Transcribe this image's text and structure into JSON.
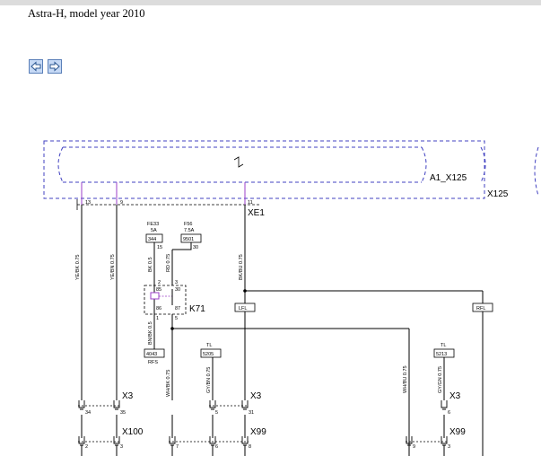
{
  "page": {
    "title": "Astra-H, model year 2010"
  },
  "nav": {
    "back_icon": "arrow-left-icon",
    "forward_icon": "arrow-right-icon",
    "button_fill": "#c6d9f5"
  },
  "colors": {
    "wire_violet": "#9b3fc8",
    "line": "#000000",
    "module_border": "#4040c0"
  },
  "diagram": {
    "module_top": "A1_X125",
    "module_outer": "X125",
    "xe1": {
      "label": "XE1",
      "pins": [
        "13",
        "9",
        "11"
      ]
    },
    "fuses": [
      {
        "name": "FE33",
        "rating": "5A",
        "code": "344",
        "pin": "15"
      },
      {
        "name": "F56",
        "rating": "7.5A",
        "code": "9501",
        "pin": "30"
      }
    ],
    "relay": {
      "label": "K71",
      "pins": [
        "2",
        "3",
        "85",
        "30",
        "86",
        "87",
        "1",
        "5"
      ]
    },
    "wires": [
      {
        "label": "YE/BK 0.75"
      },
      {
        "label": "YE/BN 0.75"
      },
      {
        "label": "BK 0.5"
      },
      {
        "label": "RD 0.75"
      },
      {
        "label": "BK/BU 0.75"
      },
      {
        "label": "BN/BK 0.5"
      },
      {
        "label": "WH/BK 0.75"
      },
      {
        "label": "GY/BN 0.75"
      },
      {
        "label": "WH/BU 0.75"
      },
      {
        "label": "GY/GN 0.75"
      }
    ],
    "boxes": {
      "lfl": "LFL",
      "rfl": "RFL",
      "g4043": "4043",
      "rfs": "RFS",
      "tl1": "TL",
      "c5205": "5205",
      "tl2": "TL",
      "c5213": "5213"
    },
    "connectors": {
      "x3a": {
        "label": "X3",
        "pins": [
          "34",
          "35"
        ]
      },
      "x3b": {
        "label": "X3",
        "pins": [
          "5",
          "31"
        ]
      },
      "x3c": {
        "label": "X3",
        "pins": [
          "6"
        ]
      },
      "x100": {
        "label": "X100",
        "pins": [
          "2",
          "3"
        ]
      },
      "x99a": {
        "label": "X99",
        "pins": [
          "7",
          "6",
          "8"
        ]
      },
      "x99b": {
        "label": "X99",
        "pins": [
          "9",
          "3"
        ]
      }
    }
  }
}
